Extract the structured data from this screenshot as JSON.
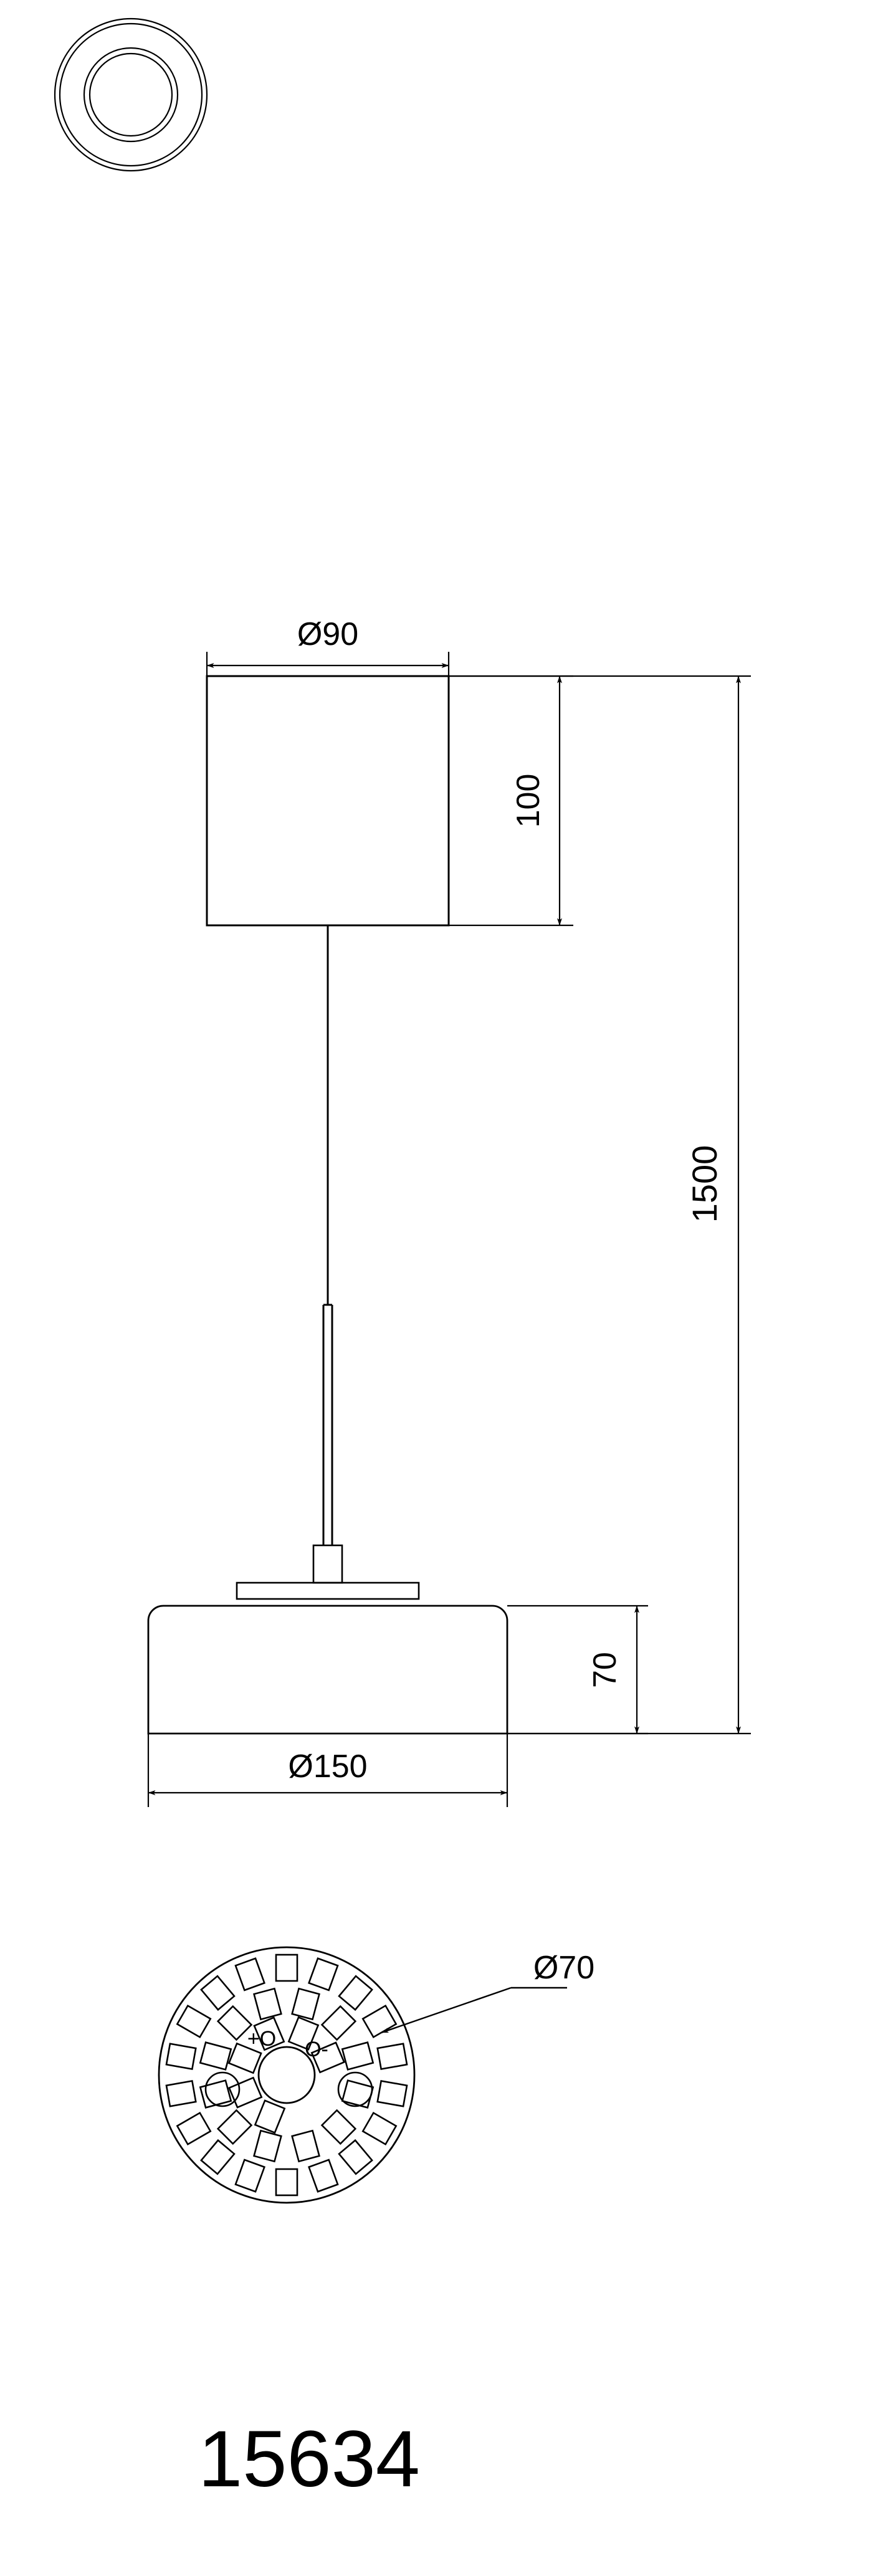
{
  "drawing": {
    "title": "15634",
    "part_number": "15634",
    "units": "mm",
    "line_color": "#000000",
    "background_color": "#ffffff",
    "views": [
      {
        "id": "top-view",
        "name": "Top View"
      },
      {
        "id": "front-elevation",
        "name": "Front Elevation"
      },
      {
        "id": "led-board-view",
        "name": "LED Board Detail"
      }
    ]
  },
  "dimensions": {
    "canopy_diameter": "Ø90",
    "canopy_height": "100",
    "total_drop": "1500",
    "shade_height": "70",
    "shade_diameter": "Ø150",
    "led_board_diameter": "Ø70"
  },
  "led_board": {
    "polarity_positive": "+O",
    "polarity_negative": "O-",
    "led_count": 36,
    "ring_counts": [
      18,
      12,
      6
    ],
    "pad_circles": 2
  },
  "part_label": {
    "text": "15634"
  }
}
